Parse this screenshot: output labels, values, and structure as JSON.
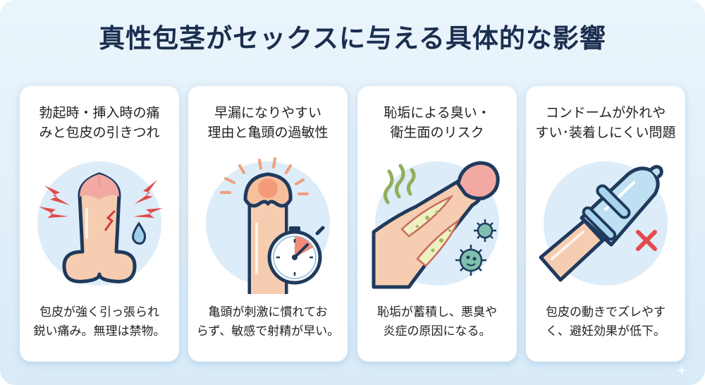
{
  "header": {
    "title": "真性包茎がセックスに与える具体的な影響"
  },
  "cards": [
    {
      "title_line1": "勃起時・挿入時の痛",
      "title_line2": "みと包皮の引きつれ",
      "illustration": "pain-lightning-illustration",
      "desc_line1": "包皮が強く引っ張られ",
      "desc_line2": "鋭い痛み。無理は禁物。"
    },
    {
      "title_line1": "早漏になりやすい",
      "title_line2": "理由と亀頭の過敏性",
      "illustration": "sensitivity-stopwatch-illustration",
      "desc_line1": "亀頭が刺激に慣れてお",
      "desc_line2": "らず、敏感で射精が早い。"
    },
    {
      "title_line1": "恥垢による臭い・",
      "title_line2": "衛生面のリスク",
      "illustration": "odor-bacteria-illustration",
      "desc_line1": "恥垢が蓄積し、悪臭や",
      "desc_line2": "炎症の原因になる。"
    },
    {
      "title_line1": "コンドームが外れや",
      "title_line2": "すい･装着しにくい問題",
      "illustration": "condom-slip-illustration",
      "desc_line1": "包皮の動きでズレやす",
      "desc_line2": "く、避妊効果が低下。"
    }
  ],
  "colors": {
    "background": "#e2eff9",
    "title": "#1c2e4f",
    "skin": "#f6cdb0",
    "glans": "#f2a9a3",
    "outline": "#1f3a5c",
    "alert_red": "#e24a4a",
    "circle": "#dcecf8",
    "bacteria": "#7fbfae",
    "odor": "#93ad5a"
  }
}
